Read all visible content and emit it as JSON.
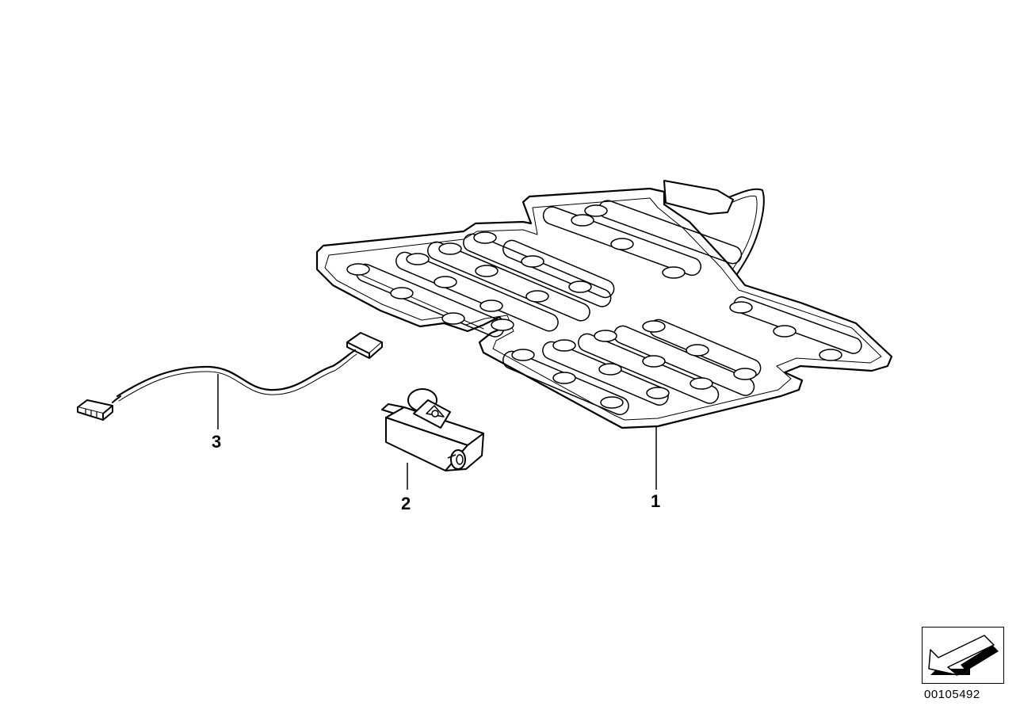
{
  "callouts": [
    {
      "number": "1",
      "part": "seat-occupancy-sensor-mat"
    },
    {
      "number": "2",
      "part": "sensor-module"
    },
    {
      "number": "3",
      "part": "wiring-harness-with-connectors"
    }
  ],
  "diagram_number": "00105492",
  "icons": {
    "orientation": "direction-arrow-icon"
  },
  "colors": {
    "line": "#000000",
    "background": "#ffffff",
    "fill": "#ffffff"
  }
}
